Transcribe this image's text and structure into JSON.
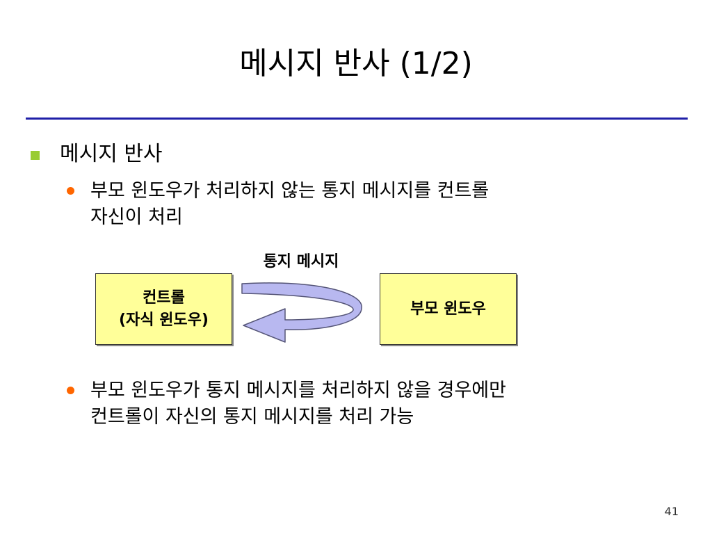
{
  "slide": {
    "title": "메시지 반사 (1/2)",
    "page_number": "41"
  },
  "bullets": {
    "level1": "메시지 반사",
    "item1": {
      "line1": "부모 윈도우가 처리하지 않는 통지 메시지를 컨트롤",
      "line2": "자신이 처리"
    },
    "item2": {
      "line1": "부모 윈도우가 통지 메시지를 처리하지 않을 경우에만",
      "line2": "컨트롤이 자신의 통지 메시지를 처리 가능"
    }
  },
  "diagram": {
    "arrow_label": "통지 메시지",
    "left_box": {
      "line1": "컨트롤",
      "line2": "(자식 윈도우)"
    },
    "right_box": {
      "line1": "부모 윈도우"
    }
  },
  "colors": {
    "title_rule": "#1f1fa8",
    "level1_bullet": "#99cc33",
    "level2_bullet": "#ff6600",
    "box_fill": "#ffff99",
    "arrow_fill": "#b8b8f0",
    "arrow_stroke": "#555577"
  }
}
